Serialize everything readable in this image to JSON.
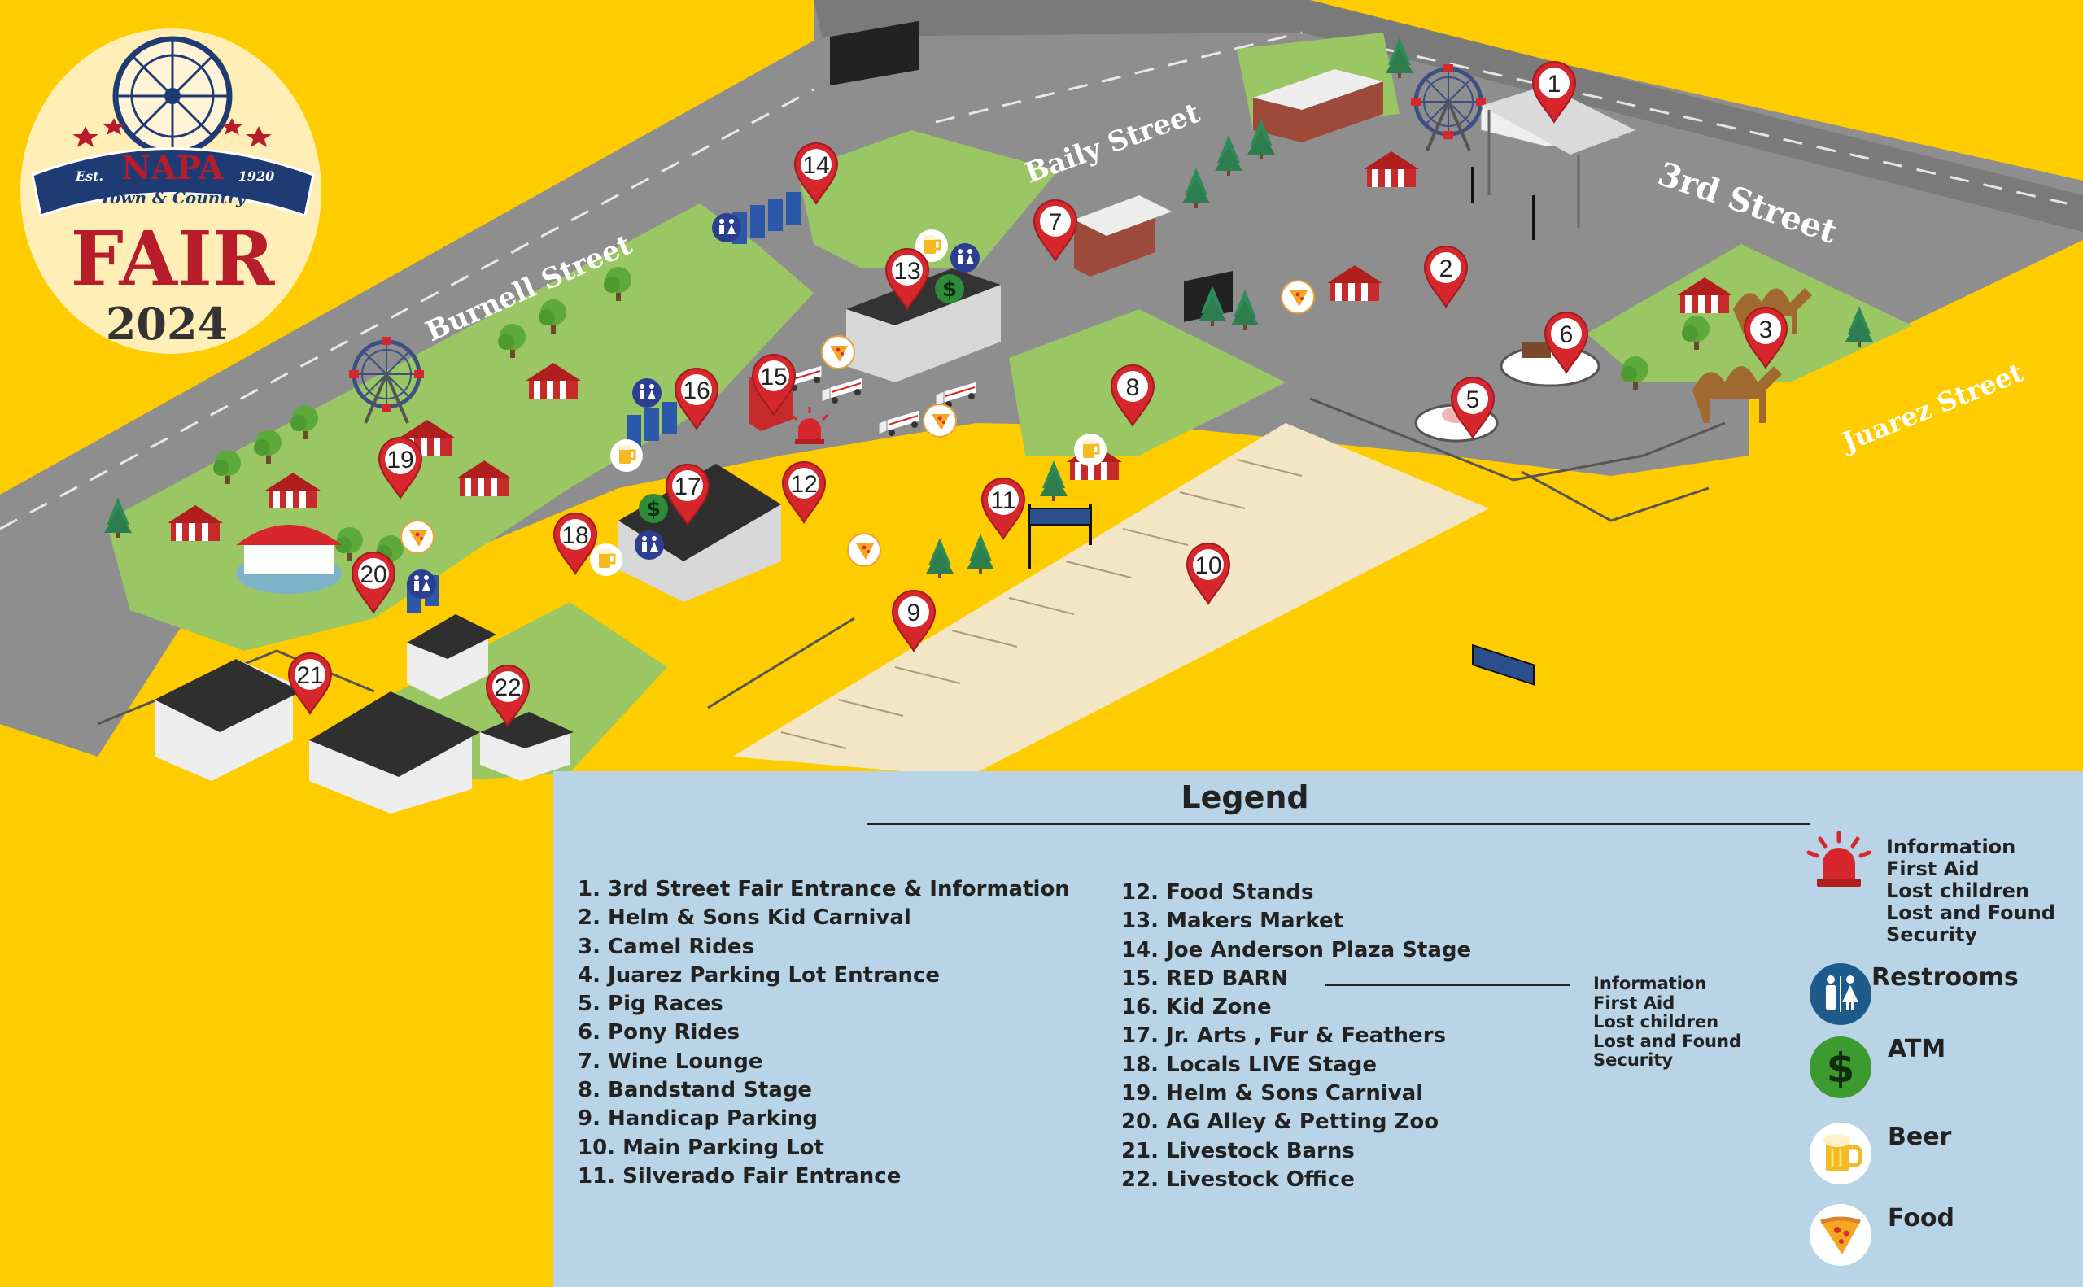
{
  "logo": {
    "brand": "NAPA",
    "est": "Est.",
    "est_year": "1920",
    "tagline": "Town & Country",
    "event": "FAIR",
    "year": "2024"
  },
  "streets": {
    "burnell": "Burnell Street",
    "baily": "Baily Street",
    "third": "3rd Street",
    "juarez": "Juarez Street"
  },
  "pins": [
    "1",
    "2",
    "3",
    "5",
    "6",
    "7",
    "8",
    "9",
    "10",
    "11",
    "12",
    "13",
    "14",
    "15",
    "16",
    "17",
    "18",
    "19",
    "20",
    "21",
    "22"
  ],
  "legend": {
    "title": "Legend",
    "locations_col1": [
      "1. 3rd Street Fair Entrance & Information",
      "2. Helm & Sons Kid Carnival",
      "3. Camel Rides",
      "4. Juarez Parking Lot Entrance",
      "5. Pig Races",
      "6. Pony Rides",
      "7. Wine Lounge",
      "8. Bandstand Stage",
      "9. Handicap Parking",
      "10. Main Parking Lot",
      "11. Silverado Fair Entrance"
    ],
    "locations_col2": [
      "12. Food Stands",
      "13. Makers Market",
      "14. Joe Anderson Plaza Stage",
      "15. RED BARN",
      "16. Kid Zone",
      "17. Jr. Arts , Fur & Feathers",
      "18. Locals LIVE Stage",
      "19. Helm & Sons Carnival",
      "20. AG Alley & Petting Zoo",
      "21. Livestock Barns",
      "22. Livestock Office"
    ],
    "red_barn_services": [
      "Information",
      "First Aid",
      "Lost children",
      "Lost and Found",
      "Security"
    ],
    "info_services": [
      "Information",
      "First Aid",
      "Lost children",
      "Lost and Found",
      "Security"
    ],
    "symbols": {
      "restrooms": "Restrooms",
      "atm": "ATM",
      "beer": "Beer",
      "food": "Food"
    }
  },
  "colors": {
    "background": "#FFCC00",
    "road": "#8E8E8E",
    "grass": "#9AC764",
    "parking": "#F3E6C4",
    "legend_panel": "#B8D4E6",
    "pin_red": "#D7262C",
    "logo_navy": "#1F3B73",
    "logo_red": "#B71C2B"
  },
  "icons": [
    "ferris-wheel-icon",
    "map-pin-icon",
    "siren-icon",
    "restroom-icon",
    "atm-icon",
    "beer-icon",
    "pizza-icon"
  ]
}
